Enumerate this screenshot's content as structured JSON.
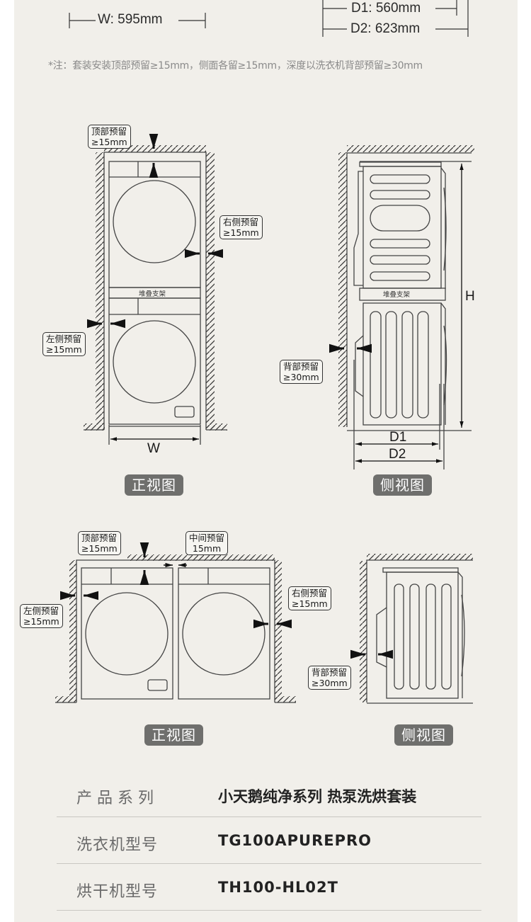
{
  "dimensions": {
    "width_label": "W: 595mm",
    "depth1_label": "D1: 560mm",
    "depth2_label": "D2: 623mm"
  },
  "note": "*注：套装安装顶部预留≥15mm，侧面各留≥15mm，深度以洗衣机背部预留≥30mm",
  "stacked": {
    "front": {
      "top_clearance": [
        "顶部预留",
        "≥15mm"
      ],
      "right_clearance": [
        "右侧预留",
        "≥15mm"
      ],
      "left_clearance": [
        "左侧预留",
        "≥15mm"
      ],
      "bracket_label": "堆叠支架",
      "width_letter": "W",
      "view_label": "正视图"
    },
    "side": {
      "bracket_label": "堆叠支架",
      "height_letter": "H",
      "back_clearance": [
        "背部预留",
        "≥30mm"
      ],
      "depth1_letter": "D1",
      "depth2_letter": "D2",
      "view_label": "侧视图"
    }
  },
  "side_by_side": {
    "front": {
      "top_clearance": [
        "顶部预留",
        "≥15mm"
      ],
      "middle_clearance": [
        "中间预留",
        "15mm"
      ],
      "left_clearance": [
        "左侧预留",
        "≥15mm"
      ],
      "right_clearance": [
        "右侧预留",
        "≥15mm"
      ],
      "view_label": "正视图"
    },
    "side": {
      "back_clearance": [
        "背部预留",
        "≥30mm"
      ],
      "view_label": "侧视图"
    }
  },
  "specs": [
    {
      "label": "产品系列",
      "value": "小天鹅纯净系列 热泵洗烘套装"
    },
    {
      "label": "洗衣机型号",
      "value": "TG100APUREPRO"
    },
    {
      "label": "烘干机型号",
      "value": "TH100-HL02T"
    }
  ]
}
